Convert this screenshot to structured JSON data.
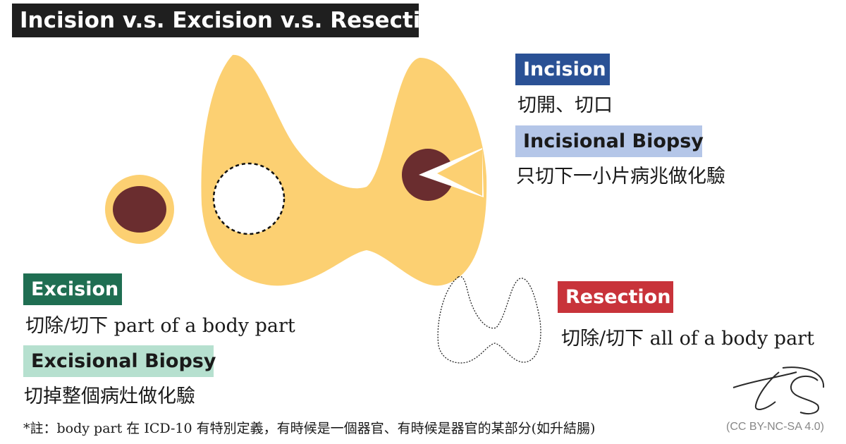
{
  "title": "Incision v.s. Excision v.s. Resection",
  "incision": {
    "label": "Incision",
    "desc": "切開、切口",
    "biopsy_label": "Incisional Biopsy",
    "biopsy_desc": "只切下一小片病兆做化驗"
  },
  "excision": {
    "label": "Excision",
    "desc": "切除/切下 part of a body part",
    "biopsy_label": "Excisional Biopsy",
    "biopsy_desc": "切掉整個病灶做化驗"
  },
  "resection": {
    "label": "Resection",
    "desc": "切除/切下 all of a body part"
  },
  "footnote": "*註：body part 在 ICD-10 有特別定義，有時候是一個器官、有時候是器官的某部分(如升結腸)",
  "signature": "LS",
  "license": "(CC BY-NC-SA 4.0)",
  "colors": {
    "organ": "#fcd072",
    "lesion": "#6a2d2f",
    "incision_label_bg": "#2a5195",
    "incisional_biopsy_bg": "#b4c6e8",
    "excision_label_bg": "#1f6e52",
    "excisional_biopsy_bg": "#b6e0cf",
    "resection_label_bg": "#c8333a",
    "title_bg": "#1f1f1f"
  }
}
